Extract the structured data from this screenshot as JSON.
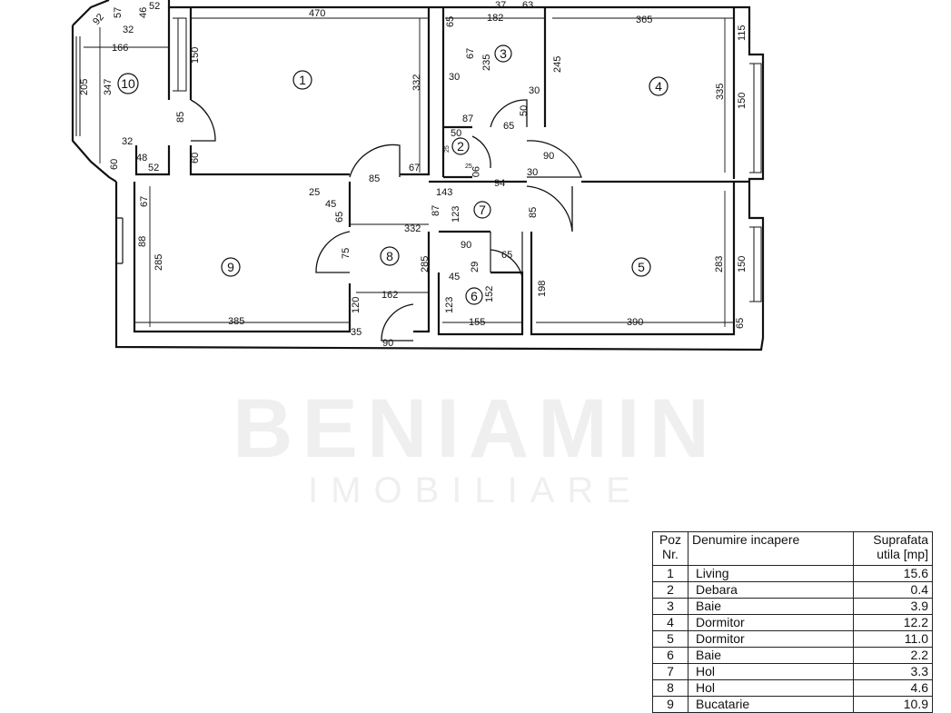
{
  "watermark": {
    "brand": "BENIAMIN",
    "subtitle": "IMOBILIARE"
  },
  "rooms": [
    {
      "num": "1"
    },
    {
      "num": "2"
    },
    {
      "num": "3"
    },
    {
      "num": "4"
    },
    {
      "num": "5"
    },
    {
      "num": "6"
    },
    {
      "num": "7"
    },
    {
      "num": "8"
    },
    {
      "num": "9"
    },
    {
      "num": "10"
    }
  ],
  "dimensions": [
    "470",
    "332",
    "150",
    "85",
    "60",
    "67",
    "166",
    "347",
    "205",
    "32",
    "57",
    "46",
    "52",
    "92",
    "48",
    "60",
    "32",
    "52",
    "182",
    "37",
    "63",
    "65",
    "67",
    "235",
    "30",
    "87",
    "50",
    "65",
    "50",
    "90",
    "245",
    "30",
    "365",
    "115",
    "335",
    "150",
    "90",
    "30",
    "94",
    "143",
    "87",
    "123",
    "85",
    "332",
    "25",
    "45",
    "65",
    "85",
    "67",
    "88",
    "285",
    "385",
    "75",
    "285",
    "120",
    "35",
    "90",
    "162",
    "90",
    "65",
    "45",
    "29",
    "152",
    "123",
    "155",
    "198",
    "390",
    "283",
    "150",
    "65",
    "25",
    "25"
  ],
  "legend": {
    "headers": {
      "poz": "Poz Nr.",
      "denumire": "Denumire incapere",
      "suprafata": "Suprafata utila [mp]"
    },
    "rows": [
      {
        "poz": "1",
        "name": "Living",
        "area": "15.6"
      },
      {
        "poz": "2",
        "name": "Debara",
        "area": "0.4"
      },
      {
        "poz": "3",
        "name": "Baie",
        "area": "3.9"
      },
      {
        "poz": "4",
        "name": "Dormitor",
        "area": "12.2"
      },
      {
        "poz": "5",
        "name": "Dormitor",
        "area": "11.0"
      },
      {
        "poz": "6",
        "name": "Baie",
        "area": "2.2"
      },
      {
        "poz": "7",
        "name": "Hol",
        "area": "3.3"
      },
      {
        "poz": "8",
        "name": "Hol",
        "area": "4.6"
      },
      {
        "poz": "9",
        "name": "Bucatarie",
        "area": "10.9"
      }
    ]
  }
}
